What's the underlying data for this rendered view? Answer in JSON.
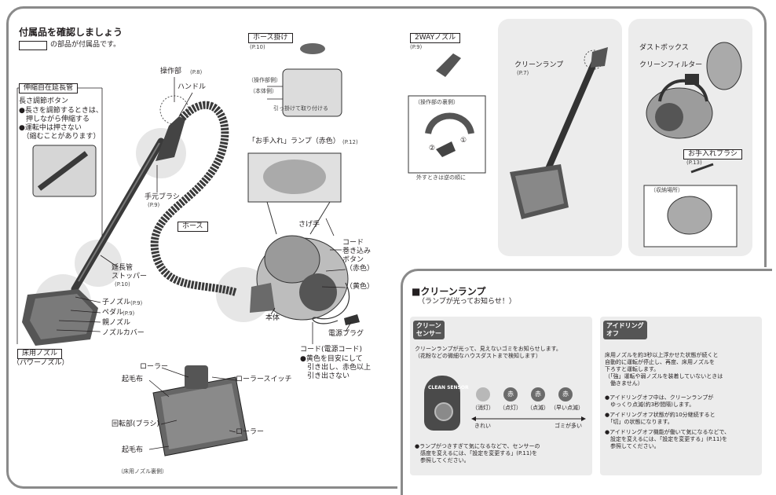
{
  "section": {
    "title": "付属品を確認しましょう",
    "legend_note": "の部品が付属品です。"
  },
  "labels": {
    "extension_pipe": "伸縮自在延長管",
    "length_button": "長さ調節ボタン",
    "length_notes": [
      "●長さを調節するときは、\n　押しながら伸縮する",
      "●運転中は押さない\n　（縮むことがあります）"
    ],
    "operation_part": "操作部",
    "operation_part_ref": "(P.8)",
    "handle": "ハンドル",
    "hand_brush": "手元ブラシ",
    "hand_brush_ref": "(P.9)",
    "hose": "ホース",
    "pipe_stopper": "延長管\nストッパー",
    "pipe_stopper_ref": "(P.10)",
    "child_nozzle": "子ノズル",
    "child_nozzle_ref": "(P.9)",
    "pedal": "ペダル",
    "pedal_ref": "(P.9)",
    "parent_nozzle": "親ノズル",
    "nozzle_cover": "ノズルカバー",
    "floor_nozzle": "床用ノズル",
    "power_nozzle": "（パワーノズル）",
    "hose_hanger": "ホース掛け",
    "hose_hanger_ref": "(P.10)",
    "op_side": "（操作部側）",
    "body_side": "（本体側）",
    "hook_instruction": "引っ掛けて取り付ける",
    "care_lamp": "「お手入れ」ランプ（赤色）",
    "care_lamp_ref": "(P.12)",
    "carry_handle": "さげ手",
    "cord_button": "コード\n巻き込み\nボタン",
    "red": "（赤色）",
    "yellow": "（黄色）",
    "main_body": "本体",
    "plug": "電源プラグ",
    "cord": "コード(電源コード)",
    "cord_note": "●黄色を目安にして\n　引き出し、赤色以上\n　引き出さない",
    "roller": "ローラー",
    "raised_cloth": "起毛布",
    "roller_switch": "ローラースイッチ",
    "rotating_brush": "回転部(ブラシ)",
    "roller2": "ローラー",
    "raised_cloth2": "起毛布",
    "nozzle_back": "（床用ノズル裏側）",
    "two_way_nozzle": "2WAYノズル",
    "two_way_ref": "(P.9)",
    "op_back": "（操作部の裏側）",
    "step1": "①",
    "step2": "②",
    "remove_note": "外すときは逆の順に",
    "clean_lamp_label": "クリーンランプ",
    "clean_lamp_ref": "(P.7)",
    "dust_box": "ダストボックス",
    "clean_filter": "クリーンフィルター",
    "care_brush": "お手入れブラシ",
    "care_brush_ref": "(P.13)",
    "storage": "（収納場所）"
  },
  "clean_lamp_panel": {
    "title": "■クリーンランプ",
    "subtitle": "（ランプが光ってお知らせ！）",
    "sensor_badge": "クリーン\nセンサー",
    "sensor_text": "クリーンランプが光って、見えないゴミをお知らせします。\n（花粉などの微細なハウスダストまで検知します）",
    "device_label": "CLEAN\nSENSOR",
    "lamp_char": "赤",
    "states": [
      "（消灯）",
      "（点灯）",
      "（点滅）",
      "（早い点滅）"
    ],
    "scale_left": "きれい",
    "scale_right": "ゴミが多い",
    "sensitivity_note": "●ランプがつきすぎて気になるなどで、センサーの\n　感度を変えるには、「設定を変更する」(P.11)を\n　参照してください。",
    "idle_badge": "アイドリング\nオフ",
    "idle_text": "床用ノズルを約3秒以上浮かせた状態が続くと\n自動的に運転が停止し、再度、床用ノズルを\n下ろすと運転します。\n（「強」運転や弱ノズルを装着していないときは\n　働きません）",
    "idle_bullets": [
      "●アイドリングオフ中は、クリーンランプが\n　ゆっくり点滅(約3秒間隔)します。",
      "●アイドリングオフ状態が約10分継続すると\n　「切」の状態になります。",
      "●アイドリングオフ機能が働いて気になるなどで、\n　設定を変えるには、「設定を変更する」(P.11)を\n　参照してください。"
    ]
  },
  "colors": {
    "lamp_off": "#b8b8b8",
    "lamp_red": "#6b6b6b",
    "frame": "#8a8a8a",
    "panel": "#ececec"
  }
}
